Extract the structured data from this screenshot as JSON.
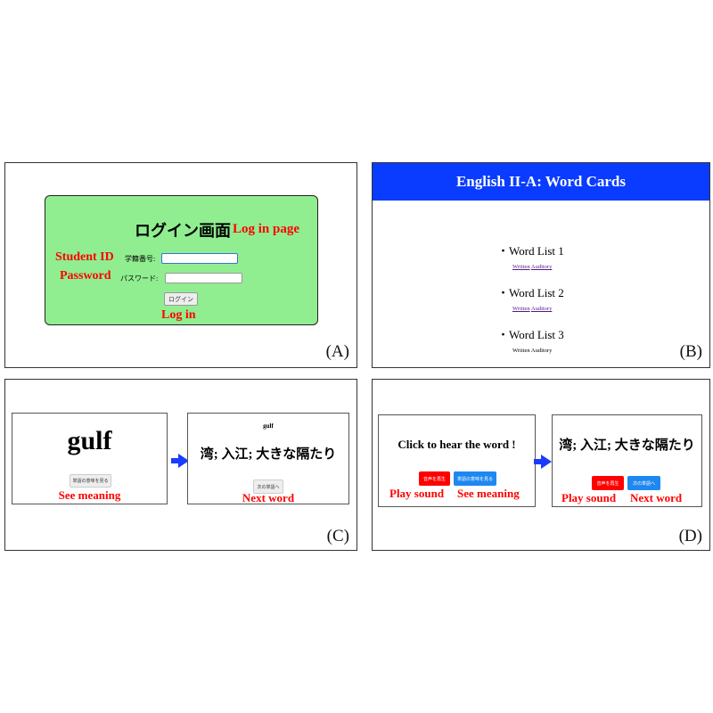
{
  "panel_a": {
    "label": "(A)",
    "title": "ログイン画面",
    "title_annotation": "Log in page",
    "student_id_annotation": "Student ID",
    "student_id_label": "学籍番号:",
    "student_id_value": "",
    "password_annotation": "Password",
    "password_label": "パスワード:",
    "password_value": "",
    "login_button": "ログイン",
    "login_annotation": "Log in",
    "colors": {
      "box": "#90ee90",
      "annotation": "#ff0000"
    }
  },
  "panel_b": {
    "label": "(B)",
    "header_title": "English II-A: Word Cards",
    "lists": [
      {
        "bullet": "・",
        "name": "Word List 1",
        "written": "Written",
        "auditory": "Auditory"
      },
      {
        "bullet": "・",
        "name": "Word List 2",
        "written": "Written",
        "auditory": "Auditory"
      },
      {
        "bullet": "・",
        "name": "Word List 3",
        "written": "Written",
        "auditory": "Auditory"
      }
    ],
    "colors": {
      "header": "#0a3cff"
    }
  },
  "panel_c": {
    "label": "(C)",
    "card1_word": "gulf",
    "card1_button": "単語の意味を見る",
    "card1_annotation": "See meaning",
    "card2_word": "gulf",
    "card2_meaning": "湾; 入江; 大きな隔たり",
    "card2_button": "次の単語へ",
    "card2_annotation": "Next word"
  },
  "panel_d": {
    "label": "(D)",
    "card1_prompt": "Click to hear the word !",
    "card1_play_button": "音声を再生",
    "card1_meaning_button": "単語の意味を見る",
    "card1_play_annotation": "Play sound",
    "card1_meaning_annotation": "See meaning",
    "card2_meaning": "湾; 入江; 大きな隔たり",
    "card2_play_button": "音声を再生",
    "card2_next_button": "次の単語へ",
    "card2_play_annotation": "Play sound",
    "card2_next_annotation": "Next word"
  }
}
